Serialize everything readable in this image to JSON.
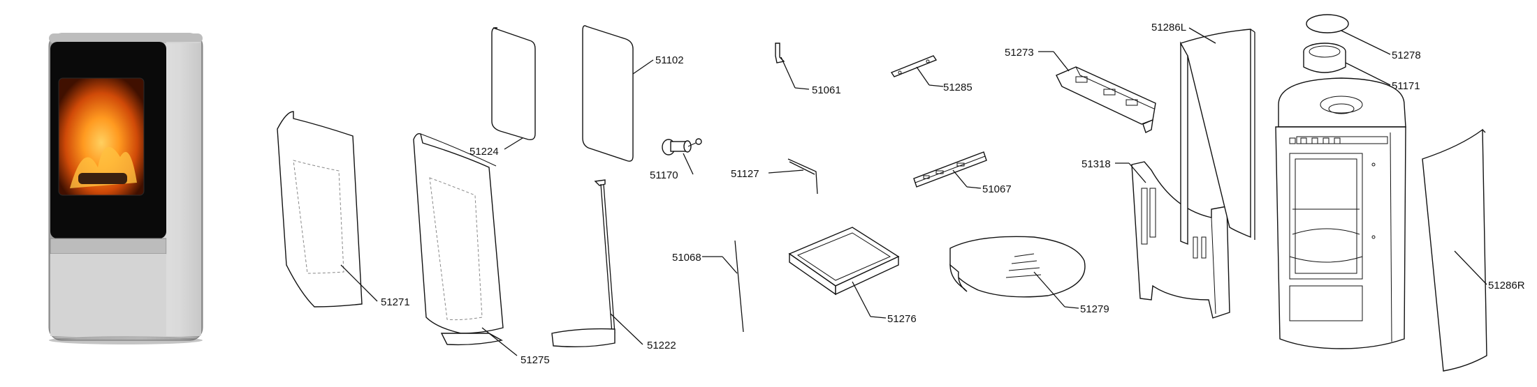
{
  "labels": {
    "p51271": "51271",
    "p51275": "51275",
    "p51224": "51224",
    "p51102": "51102",
    "p51170": "51170",
    "p51222": "51222",
    "p51061": "51061",
    "p51127": "51127",
    "p51068": "51068",
    "p51285": "51285",
    "p51067": "51067",
    "p51276": "51276",
    "p51273": "51273",
    "p51318": "51318",
    "p51279": "51279",
    "p51286L": "51286L",
    "p51278": "51278",
    "p51171": "51171",
    "p51286R": "51286R"
  },
  "colors": {
    "line": "#111111",
    "glass": "#0b0b0b",
    "fire": "#f07010",
    "body": "#d8d8d8"
  }
}
